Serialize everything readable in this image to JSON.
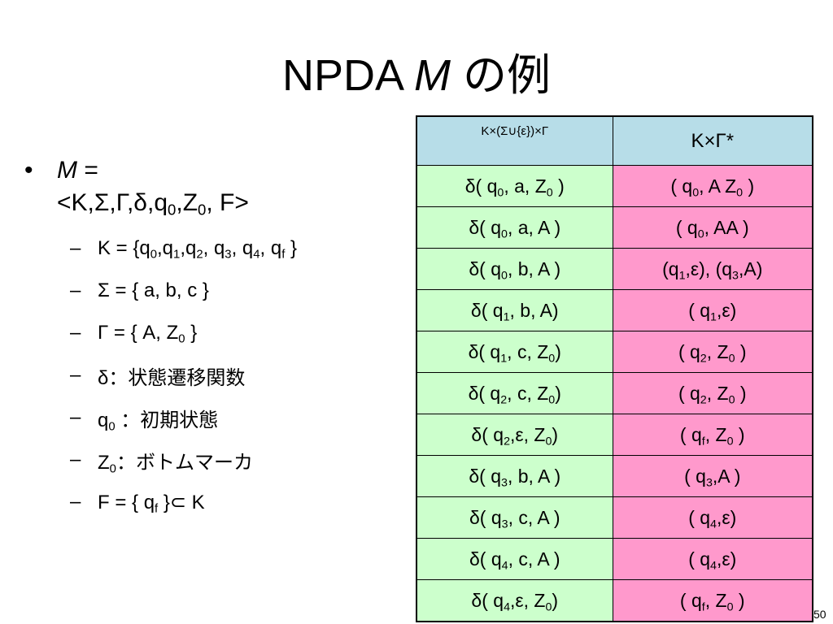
{
  "title": {
    "main": "NPDA ",
    "italic": "M",
    "suffix": " の例"
  },
  "bullet": {
    "name": "M",
    "eq": " = ",
    "tuple": "<K,Σ,Γ,δ,q0,Z0, F>"
  },
  "subitems": [
    "K = {q0,q1,q2, q3, q4, qf }",
    "Σ = { a, b, c }",
    "Γ = { A, Z0 }",
    "δ：状態遷移関数",
    "q0 ：初期状態",
    "Z0：ボトムマーカ",
    "F = { qf }⊂ K"
  ],
  "table": {
    "header": [
      "K×(Σ∪{ε})×Γ",
      "K×Γ*"
    ],
    "rows": [
      [
        "δ( q0, a, Z0 )",
        "( q0, A Z0 )"
      ],
      [
        "δ( q0, a, A )",
        "( q0, AA )"
      ],
      [
        "δ( q0, b, A )",
        "(q1,ε), (q3,A)"
      ],
      [
        "δ( q1, b, A)",
        "( q1,ε)"
      ],
      [
        "δ( q1, c, Z0)",
        "( q2, Z0 )"
      ],
      [
        "δ( q2, c, Z0)",
        "( q2, Z0 )"
      ],
      [
        "δ( q2,ε, Z0)",
        "( qf, Z0 )"
      ],
      [
        "δ( q3, b, A )",
        "( q3,A )"
      ],
      [
        "δ( q3, c, A )",
        "( q4,ε)"
      ],
      [
        "δ( q4, c, A )",
        "( q4,ε)"
      ],
      [
        "δ( q4,ε, Z0)",
        "( qf, Z0 )"
      ]
    ]
  },
  "page_number": "50",
  "colors": {
    "header_bg": "#b7dde8",
    "delta_bg": "#ccffcc",
    "result_bg": "#ff99cc"
  }
}
